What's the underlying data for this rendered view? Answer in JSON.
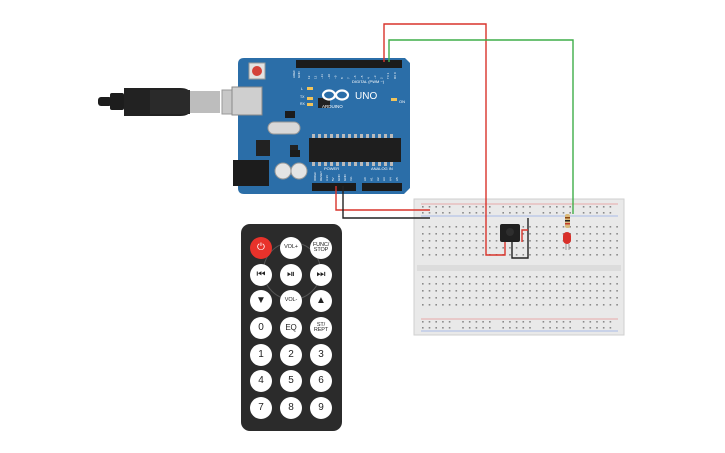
{
  "board": {
    "brand": "ARDUINO",
    "model": "UNO",
    "on_label": "ON",
    "digital_label": "DIGITAL (PWM ~)",
    "power_label": "POWER",
    "analog_label": "ANALOG IN",
    "tx_label": "TX",
    "rx_label": "RX",
    "l_label": "L",
    "aref_label": "AREF",
    "gnd_label": "GND",
    "digital_pins": [
      "13",
      "12",
      "~11",
      "~10",
      "~9",
      "8",
      "7",
      "~6",
      "~5",
      "4",
      "~3",
      "2",
      "TX 1",
      "RX 0"
    ],
    "power_pins": [
      "IOREF",
      "RESET",
      "3.3V",
      "5V",
      "GND",
      "GND",
      "Vin"
    ],
    "analog_pins": [
      "A0",
      "A1",
      "A2",
      "A3",
      "A4",
      "A5"
    ]
  },
  "remote": {
    "buttons": [
      {
        "id": "power",
        "label": "⏻"
      },
      {
        "id": "vol-up",
        "label": "VOL+"
      },
      {
        "id": "func-stop",
        "label": "FUNC/ STOP"
      },
      {
        "id": "prev",
        "label": "⏮"
      },
      {
        "id": "play-pause",
        "label": "⏯"
      },
      {
        "id": "next",
        "label": "⏭"
      },
      {
        "id": "down",
        "label": "▼"
      },
      {
        "id": "vol-down",
        "label": "VOL-"
      },
      {
        "id": "up",
        "label": "▲"
      },
      {
        "id": "zero",
        "label": "0"
      },
      {
        "id": "eq",
        "label": "EQ"
      },
      {
        "id": "st-rept",
        "label": "ST/ REPT"
      },
      {
        "id": "one",
        "label": "1"
      },
      {
        "id": "two",
        "label": "2"
      },
      {
        "id": "three",
        "label": "3"
      },
      {
        "id": "four",
        "label": "4"
      },
      {
        "id": "five",
        "label": "5"
      },
      {
        "id": "six",
        "label": "6"
      },
      {
        "id": "seven",
        "label": "7"
      },
      {
        "id": "eight",
        "label": "8"
      },
      {
        "id": "nine",
        "label": "9"
      }
    ]
  },
  "colors": {
    "board": "#2b6ea8",
    "wire_red": "#d9342b",
    "wire_green": "#3fae49",
    "wire_black": "#222222",
    "breadboard": "#e9e9e9",
    "led": "#d8302a"
  }
}
